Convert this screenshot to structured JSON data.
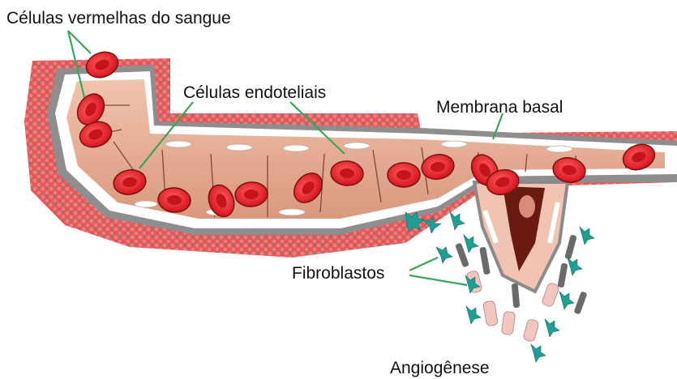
{
  "labels": {
    "red_blood_cells": "Células vermelhas do sangue",
    "endothelial_cells": "Células endoteliais",
    "basal_membrane": "Membrana basal",
    "fibroblasts": "Fibroblastos",
    "angiogenesis": "Angiogênese"
  },
  "colors": {
    "leader_line": "#3aa655",
    "red_cell": "#e8202a",
    "red_cell_center": "#c4141c",
    "endothelium": "#e9b39c",
    "basal_membrane": "#8a8a8a",
    "blood_dots": "#d94040",
    "fibroblast": "#1f9e94",
    "sprout_lumen": "#6b1a12"
  }
}
